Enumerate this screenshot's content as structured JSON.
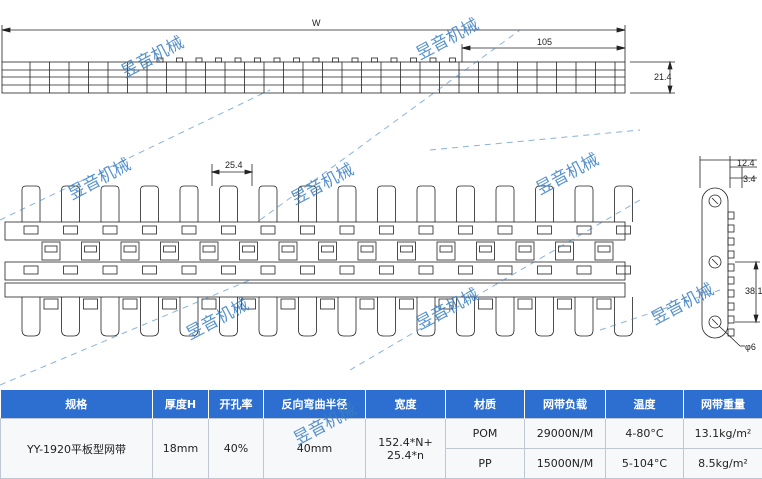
{
  "drawing": {
    "top_view": {
      "width_label": "W",
      "section_label": "105",
      "height_label": "21.4"
    },
    "front_view": {
      "pitch_label": "25.4"
    },
    "side_view": {
      "dim_a": "12.4",
      "dim_b": "3.4",
      "dim_c": "38.1",
      "hole": "φ6"
    },
    "watermark": "昱音机械"
  },
  "table": {
    "headers": [
      "规格",
      "厚度H",
      "开孔率",
      "反向弯曲半径",
      "宽度",
      "材质",
      "网带负载",
      "温度",
      "网带重量"
    ],
    "model": "YY-1920平板型网带",
    "thickness": "18mm",
    "open_area": "40%",
    "back_bend_radius": "40mm",
    "width_line1": "152.4*N+",
    "width_line2": "25.4*n",
    "rows": [
      {
        "material": "POM",
        "load": "29000N/M",
        "temp": "4-80°C",
        "weight": "13.1kg/m²"
      },
      {
        "material": "PP",
        "load": "15000N/M",
        "temp": "5-104°C",
        "weight": "8.5kg/m²"
      }
    ]
  },
  "colors": {
    "header_bg": "#2c6fd0",
    "watermark": "#3a7fc4",
    "line": "#222222"
  }
}
